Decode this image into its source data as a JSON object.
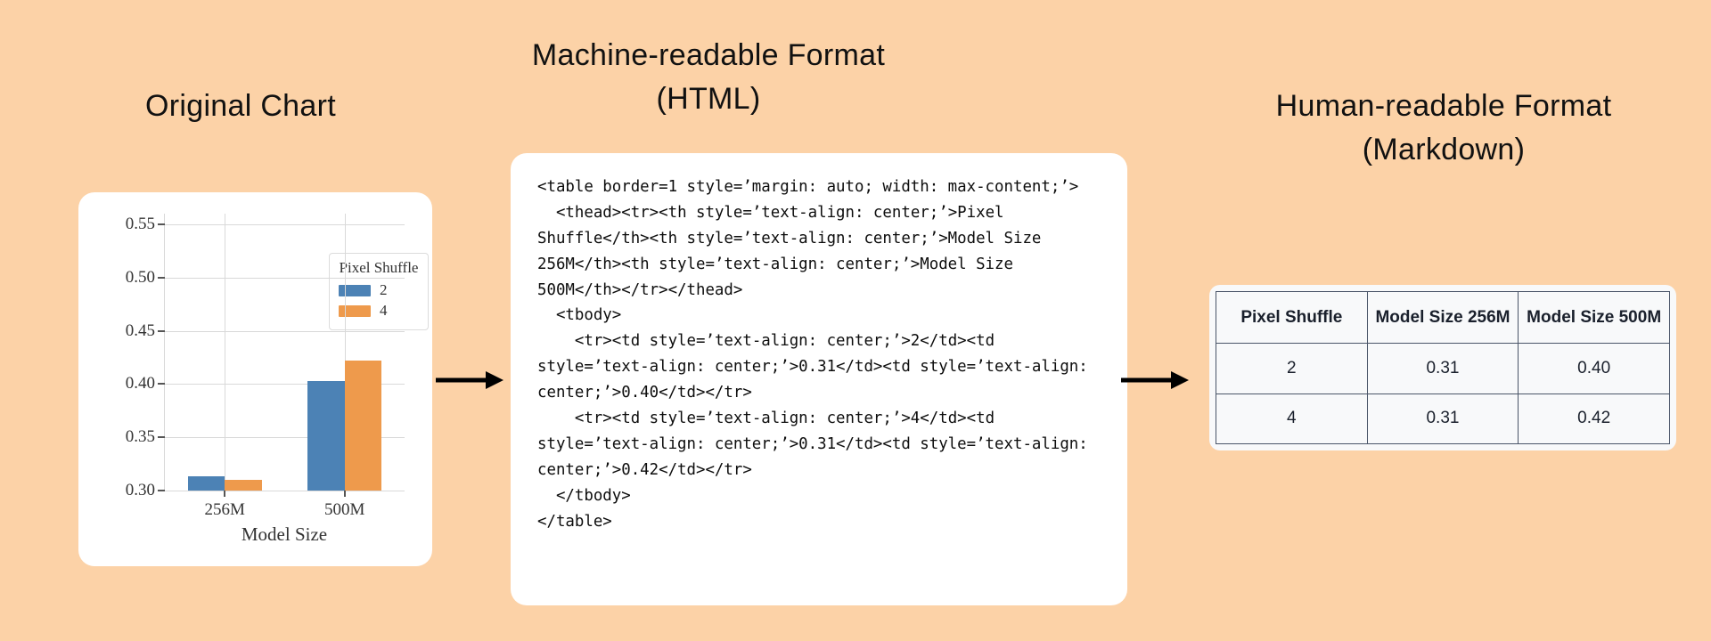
{
  "background_color": "#fcd2a7",
  "headings": {
    "original": "Original Chart",
    "machine": "Machine-readable Format\n(HTML)",
    "human": "Human-readable Format\n(Markdown)"
  },
  "chart_data": {
    "type": "bar",
    "title": "",
    "xlabel": "Model Size",
    "ylabel": "",
    "categories": [
      "256M",
      "500M"
    ],
    "series": [
      {
        "name": "2",
        "values": [
          0.313,
          0.403
        ],
        "color": "#4c82b5"
      },
      {
        "name": "4",
        "values": [
          0.31,
          0.422
        ],
        "color": "#ee9a4c"
      }
    ],
    "legend_title": "Pixel Shuffle",
    "legend_position": "upper right",
    "ylim": [
      0.3,
      0.56
    ],
    "yticks": [
      "0.30",
      "0.35",
      "0.40",
      "0.45",
      "0.50",
      "0.55"
    ],
    "ytick_values": [
      0.3,
      0.35,
      0.4,
      0.45,
      0.5,
      0.55
    ],
    "grid": true
  },
  "code_block": {
    "language": "html",
    "text": "<table border=1 style=’margin: auto; width: max-content;’>\n  <thead><tr><th style=’text-align: center;’>Pixel Shuffle</th><th style=’text-align: center;’>Model Size 256M</th><th style=’text-align: center;’>Model Size 500M</th></tr></thead>\n  <tbody>\n    <tr><td style=’text-align: center;’>2</td><td style=’text-align: center;’>0.31</td><td style=’text-align: center;’>0.40</td></tr>\n    <tr><td style=’text-align: center;’>4</td><td style=’text-align: center;’>0.31</td><td style=’text-align: center;’>0.42</td></tr>\n  </tbody>\n</table>"
  },
  "markdown_table": {
    "headers": [
      "Pixel Shuffle",
      "Model Size 256M",
      "Model Size 500M"
    ],
    "rows": [
      [
        "2",
        "0.31",
        "0.40"
      ],
      [
        "4",
        "0.31",
        "0.42"
      ]
    ]
  },
  "arrows": [
    {
      "name": "arrow-chart-to-html",
      "direction": "right"
    },
    {
      "name": "arrow-html-to-markdown",
      "direction": "right"
    }
  ]
}
